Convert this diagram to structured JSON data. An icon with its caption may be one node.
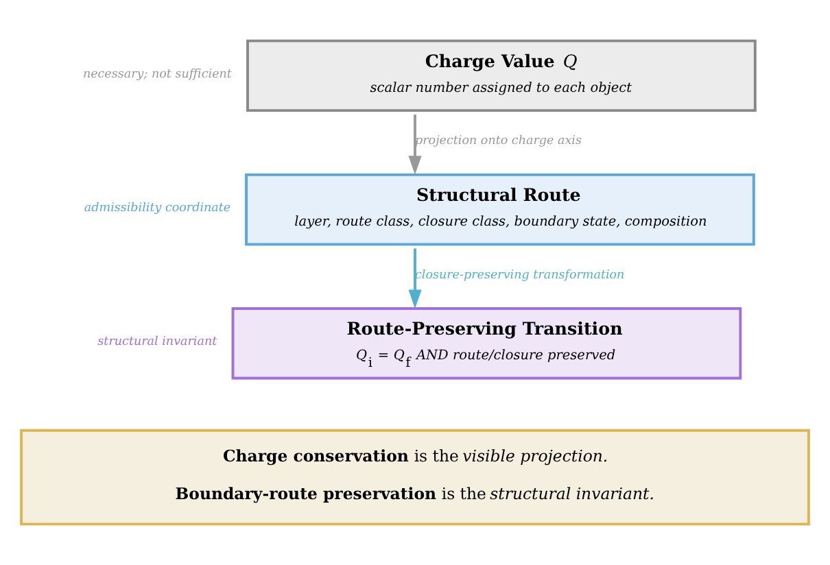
{
  "diagram": {
    "nodes": [
      {
        "text": [
          "**Charge Value** *Q*",
          "*scalar number assigned to each object*"
        ],
        "beside": [
          "*necessary; not sufficient*"
        ]
      },
      {
        "text": [
          "**Structural Route**",
          "*layer, route class, closure class, boundary state, composition*"
        ],
        "beside": [
          "*admissibility coordinate*"
        ]
      },
      {
        "text": [
          "**Route-Preserving Transition**",
          "*Q*$_{i}$ = *Q*$_{f}$ *AND route/closure preserved*"
        ],
        "beside": [
          "*structural invariant*"
        ]
      },
      {
        "text": [
          "**Charge conservation** is the *visible projection.*",
          "**Boundary-route preservation** is the *structural invariant.*"
        ]
      }
    ],
    "edges": [
      {
        "from": 0,
        "to": 1,
        "arrow": "to",
        "label": "*projection onto charge axis*",
        "color": "#999999"
      },
      {
        "from": 1,
        "to": 2,
        "arrow": "to",
        "label": "*closure-preserving transformation*",
        "color": "#4fb0d2"
      }
    ]
  }
}
